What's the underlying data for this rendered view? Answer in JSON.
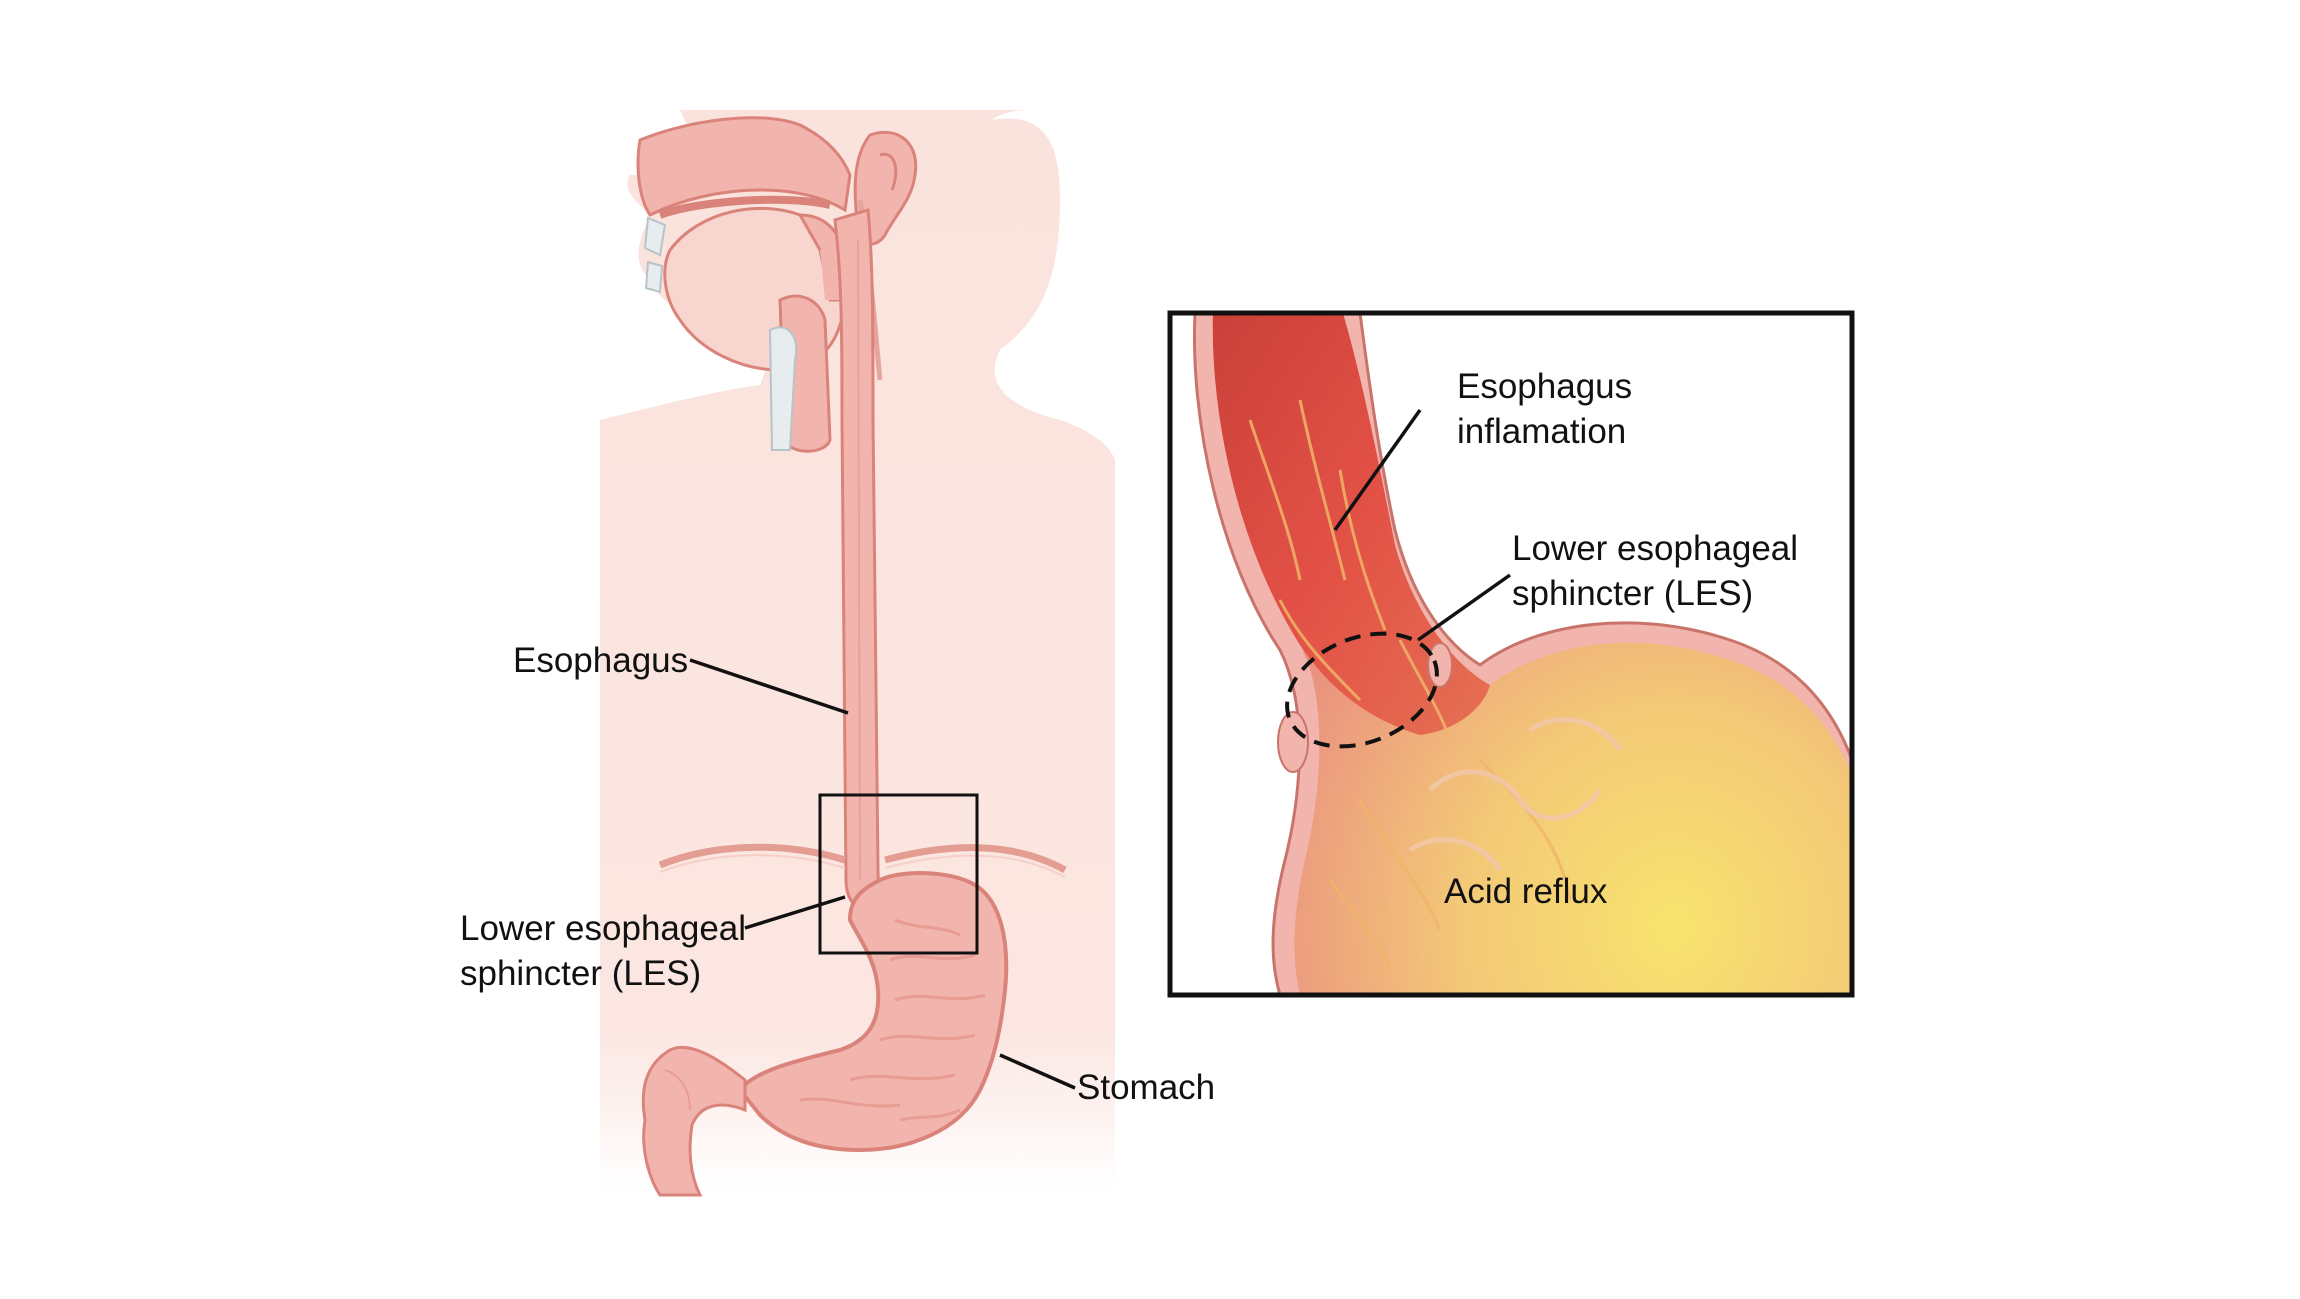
{
  "labels": {
    "esophagus": "Esophagus",
    "les_line1": "Lower esophageal",
    "les_line2": "sphincter (LES)",
    "stomach": "Stomach"
  },
  "inset": {
    "inflammation_line1": "Esophagus",
    "inflammation_line2": "inflamation",
    "les_line1": "Lower esophageal",
    "les_line2": "sphincter (LES)",
    "acid_reflux": "Acid reflux"
  },
  "colors": {
    "body_fill": "#fbe3dd",
    "organ_fill": "#f2b5ad",
    "organ_stroke": "#d9837a",
    "inflamed": "#d9453b",
    "acid": "#f6dd6a",
    "frame": "#111111"
  }
}
